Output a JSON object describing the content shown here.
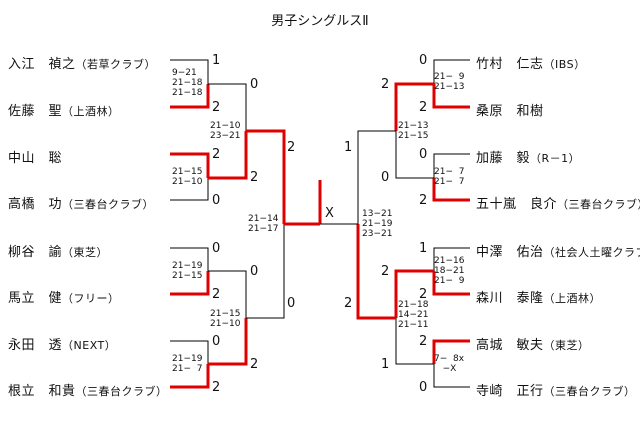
{
  "title": "男子シングルスⅡ",
  "colors": {
    "winner": "#e00000",
    "line": "#000000"
  },
  "players": {
    "L1": {
      "name": "入江　禎之",
      "team": "（若草クラブ）"
    },
    "L2": {
      "name": "佐藤　聖",
      "team": "（上酒林）"
    },
    "L3": {
      "name": "中山　聡",
      "team": ""
    },
    "L4": {
      "name": "高橋　功",
      "team": "（三春台クラブ）"
    },
    "L5": {
      "name": "柳谷　諭",
      "team": "（東芝）"
    },
    "L6": {
      "name": "馬立　健",
      "team": "（フリー）"
    },
    "L7": {
      "name": "永田　透",
      "team": "（NEXT）"
    },
    "L8": {
      "name": "根立　和貴",
      "team": "（三春台クラブ）"
    },
    "R1": {
      "name": "竹村　仁志",
      "team": "（IBS）"
    },
    "R2": {
      "name": "桑原　和樹",
      "team": ""
    },
    "R3": {
      "name": "加藤　毅",
      "team": "（R－1）"
    },
    "R4": {
      "name": "五十嵐　良介",
      "team": "（三春台クラブ）"
    },
    "R5": {
      "name": "中澤　佑治",
      "team": "（社会人土曜クラブ）"
    },
    "R6": {
      "name": "森川　泰隆",
      "team": "（上酒林）"
    },
    "R7": {
      "name": "高城　敏夫",
      "team": "（東芝）"
    },
    "R8": {
      "name": "寺崎　正行",
      "team": "（三春台クラブ）"
    }
  },
  "scores": {
    "L1_r1": "1",
    "L2_r1": "2",
    "L3_r1": "2",
    "L4_r1": "0",
    "L5_r1": "0",
    "L6_r1": "2",
    "L7_r1": "0",
    "L8_r1": "2",
    "L12_r2": "0",
    "L34_r2": "2",
    "L56_r2": "0",
    "L78_r2": "2",
    "Ltop_sf": "2",
    "Lbot_sf": "0",
    "R1_r1": "0",
    "R2_r1": "2",
    "R3_r1": "0",
    "R4_r1": "2",
    "R5_r1": "1",
    "R6_r1": "2",
    "R7_r1": "2",
    "R8_r1": "0",
    "R12_r2": "2",
    "R34_r2": "0",
    "R56_r2": "2",
    "R78_r2": "1",
    "Rtop_sf": "1",
    "Rbot_sf": "2",
    "final_mark": "X"
  },
  "games": {
    "L12": "9−21\n21−18\n21−18",
    "L34": "21−15\n21−10",
    "L56": "21−19\n21−15",
    "L78": "21−19\n21−  7",
    "Ltop_r2": "21−10\n23−21",
    "Lbot_r2": "21−15\n21−10",
    "L_sf": "21−14\n21−17",
    "R12": "21−  9\n21−13",
    "R34": "21−  7\n21−  7",
    "R56": "21−16\n18−21\n21−  9",
    "R78": "7−  8x\n   −X",
    "Rtop_r2": "21−13\n21−15",
    "Rbot_r2": "21−18\n14−21\n21−11",
    "R_sf": "13−21\n21−19\n23−21"
  }
}
